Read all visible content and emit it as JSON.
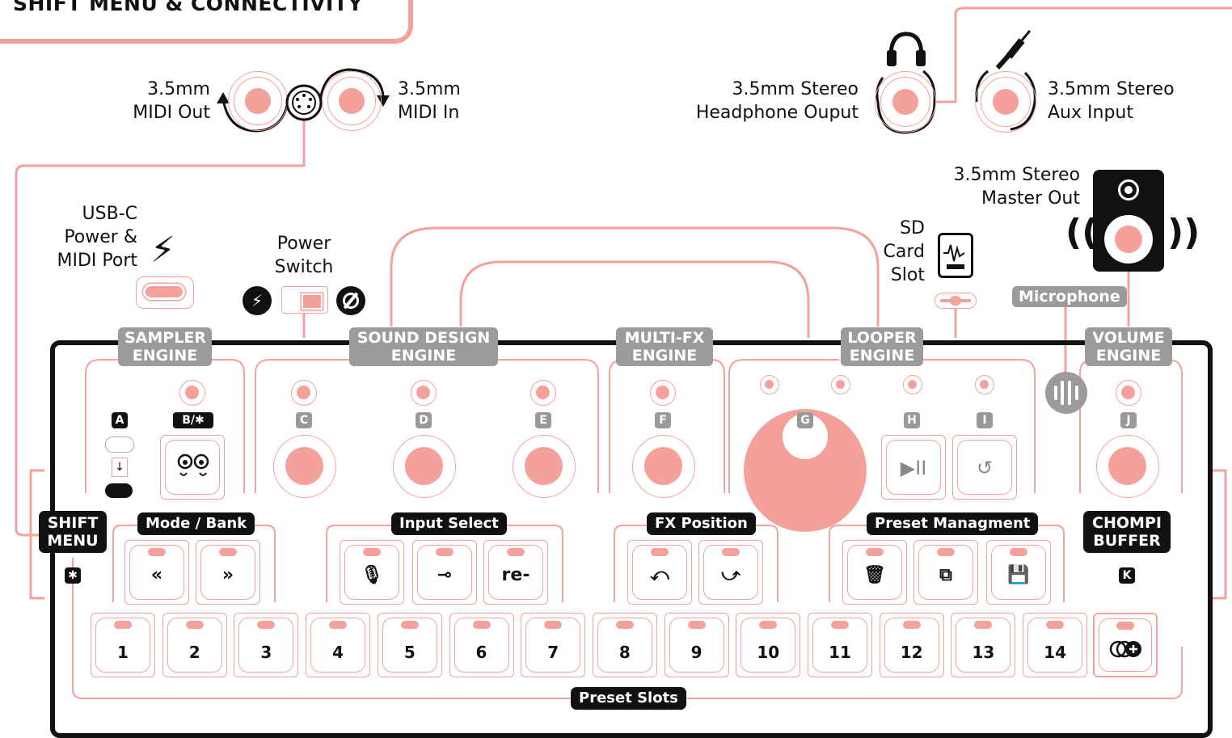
{
  "title": "SHIFT MENU & CONNECTIVITY",
  "colors": {
    "accent": "#f4a19b",
    "dark": "#111111",
    "gray": "#9b9b9b"
  },
  "ports": {
    "midi_out": [
      "3.5mm",
      "MIDI Out"
    ],
    "midi_in": [
      "3.5mm",
      "MIDI In"
    ],
    "headphone": [
      "3.5mm Stereo",
      "Headphone Ouput"
    ],
    "aux": [
      "3.5mm Stereo",
      "Aux Input"
    ],
    "master": [
      "3.5mm Stereo",
      "Master Out"
    ],
    "usb": [
      "USB-C",
      "Power &",
      "MIDI Port"
    ],
    "power": [
      "Power",
      "Switch"
    ],
    "sd": [
      "SD",
      "Card",
      "Slot"
    ]
  },
  "microphone": "Microphone",
  "engines": {
    "sampler": [
      "SAMPLER",
      "ENGINE"
    ],
    "sound_design": [
      "SOUND DESIGN",
      "ENGINE"
    ],
    "multifx": [
      "MULTI-FX",
      "ENGINE"
    ],
    "looper": [
      "LOOPER",
      "ENGINE"
    ],
    "volume": [
      "VOLUME",
      "ENGINE"
    ]
  },
  "letters": {
    "A": "A",
    "B": "B/✱",
    "C": "C",
    "D": "D",
    "E": "E",
    "F": "F",
    "G": "G",
    "H": "H",
    "I": "I",
    "J": "J",
    "K": "K",
    "star": "✱"
  },
  "groups": {
    "shift": [
      "SHIFT",
      "MENU"
    ],
    "mode_bank": "Mode / Bank",
    "input_select": "Input Select",
    "fx_position": "FX Position",
    "preset_mgmt": "Preset Managment",
    "chompi": [
      "CHOMPI",
      "BUFFER"
    ],
    "preset_slots": "Preset Slots"
  },
  "mode_keys": [
    "«",
    "»"
  ],
  "input_keys": [
    "🎙",
    "⊸",
    "re-"
  ],
  "fx_keys": [
    "⤺",
    "⤻"
  ],
  "preset_keys": [
    "🗑",
    "⧉",
    "💾"
  ],
  "slots": [
    "1",
    "2",
    "3",
    "4",
    "5",
    "6",
    "7",
    "8",
    "9",
    "10",
    "11",
    "12",
    "13",
    "14"
  ],
  "looper_keys": [
    "▶II",
    "↺"
  ]
}
